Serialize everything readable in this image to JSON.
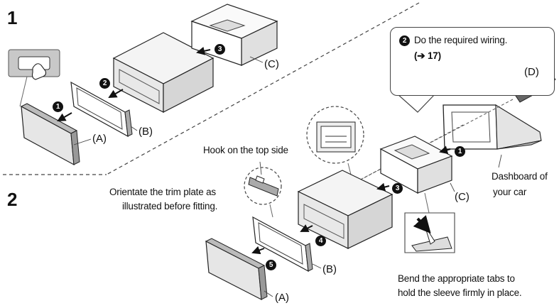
{
  "steps": {
    "step1": "1",
    "step2": "2"
  },
  "callout": {
    "badge": "2",
    "line1": "Do the required wiring.",
    "line2": "(➔ 17)"
  },
  "labels": {
    "a_top": "(A)",
    "b_top": "(B)",
    "c_top": "(C)",
    "d": "(D)",
    "a_bottom": "(A)",
    "b_bottom": "(B)",
    "c_bottom": "(C)"
  },
  "badges": {
    "s1_1": "1",
    "s1_2": "2",
    "s1_3": "3",
    "s2_1": "1",
    "s2_3": "3",
    "s2_4": "4",
    "s2_5": "5"
  },
  "notes": {
    "hook": "Hook on the top side",
    "orient_1": "Orientate the trim plate as",
    "orient_2": "illustrated before fitting.",
    "dash_1": "Dashboard of",
    "dash_2": "your car",
    "bend_1": "Bend the appropriate tabs to",
    "bend_2": "hold the sleeve firmly in place."
  },
  "colors": {
    "ink": "#111111",
    "panel_gray": "#bdbdbd",
    "panel_dark": "#8a8a8a",
    "light": "#f2f2f2"
  }
}
